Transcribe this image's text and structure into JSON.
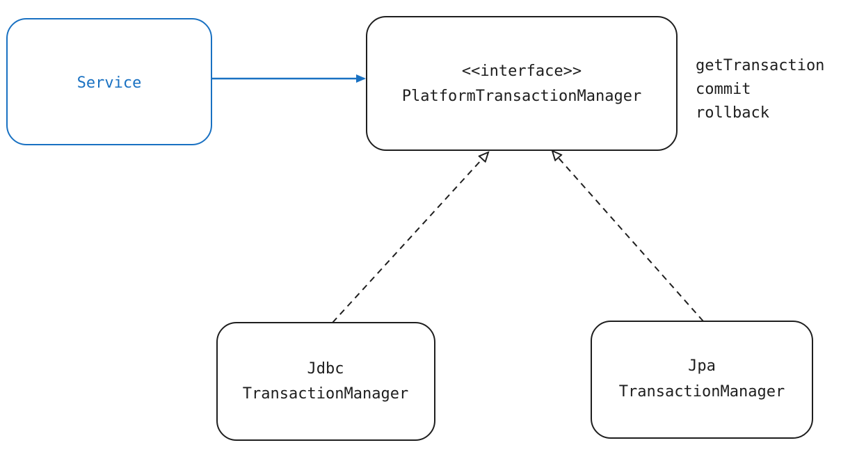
{
  "colors": {
    "service": "#1971c2",
    "ink": "#1e1e1e",
    "background": "#ffffff"
  },
  "nodes": {
    "service": {
      "label": "Service"
    },
    "platform": {
      "line1": "<<interface>>",
      "line2": "PlatformTransactionManager"
    },
    "jdbc": {
      "line1": "Jdbc",
      "line2": "TransactionManager"
    },
    "jpa": {
      "line1": "Jpa",
      "line2": "TransactionManager"
    }
  },
  "methods": [
    "getTransaction",
    "commit",
    "rollback"
  ],
  "edges": [
    {
      "from": "service",
      "to": "platform",
      "style": "solid",
      "arrow": "filled"
    },
    {
      "from": "jdbc",
      "to": "platform",
      "style": "dashed",
      "arrow": "open"
    },
    {
      "from": "jpa",
      "to": "platform",
      "style": "dashed",
      "arrow": "open"
    }
  ]
}
